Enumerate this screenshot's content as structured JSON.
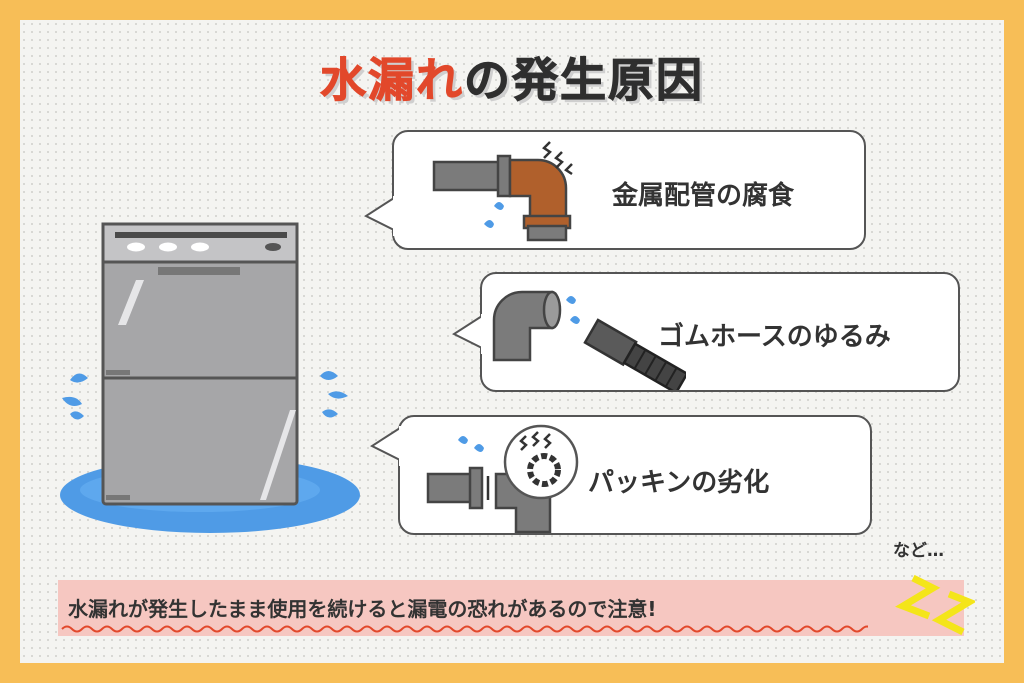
{
  "title": {
    "accent": "水漏れ",
    "rest": "の発生原因"
  },
  "causes": [
    {
      "label": "金属配管の腐食",
      "icon": "rusty-pipe-icon"
    },
    {
      "label": "ゴムホースのゆるみ",
      "icon": "rubber-hose-icon"
    },
    {
      "label": "パッキンの劣化",
      "icon": "packing-icon"
    }
  ],
  "etc": "など…",
  "warning": "水漏れが発生したまま使用を続けると漏電の恐れがあるので注意!",
  "colors": {
    "frame": "#f7be57",
    "accent": "#e2482b",
    "warning_bg": "#f6c7c1",
    "water": "#4f9be6",
    "rust": "#b0602c",
    "zap": "#f4e51a"
  }
}
